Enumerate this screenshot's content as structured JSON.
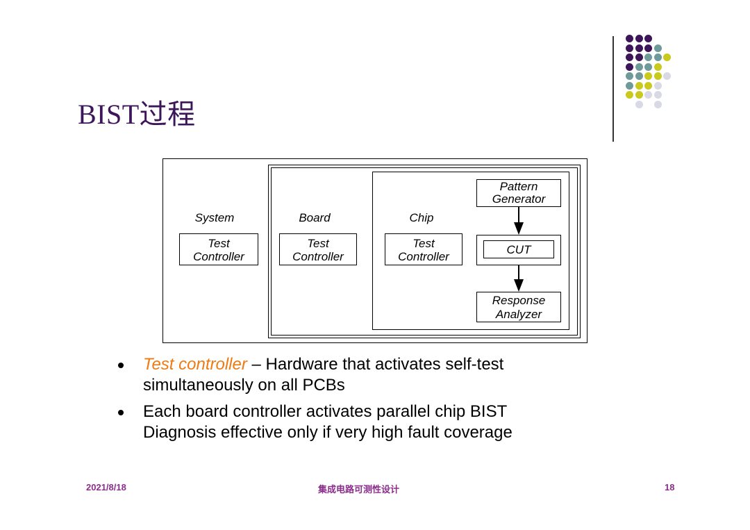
{
  "slide": {
    "title": "BIST过程",
    "diagram": {
      "system_label": "System",
      "board_label": "Board",
      "chip_label": "Chip",
      "system_controller": [
        "Test",
        "Controller"
      ],
      "board_controller": [
        "Test",
        "Controller"
      ],
      "chip_controller": [
        "Test",
        "Controller"
      ],
      "pattern_generator": [
        "Pattern",
        "Generator"
      ],
      "cut": "CUT",
      "response_analyzer": [
        "Response",
        "Analyzer"
      ]
    },
    "bullets": [
      {
        "emphasis": "Test controller",
        "text_line1": " – Hardware that activates self-test",
        "text_line2": "simultaneously on all PCBs"
      },
      {
        "text_line1": "Each board controller activates parallel chip BIST",
        "text_line2": "Diagnosis effective only if very high fault coverage"
      }
    ],
    "footer": {
      "date": "2021/8/18",
      "course": "集成电路可测性设计",
      "page": "18"
    },
    "decoration": {
      "colors": [
        "#3d1559",
        "#6e9a9a",
        "#c9c91e",
        "#d9d9e6"
      ]
    }
  }
}
